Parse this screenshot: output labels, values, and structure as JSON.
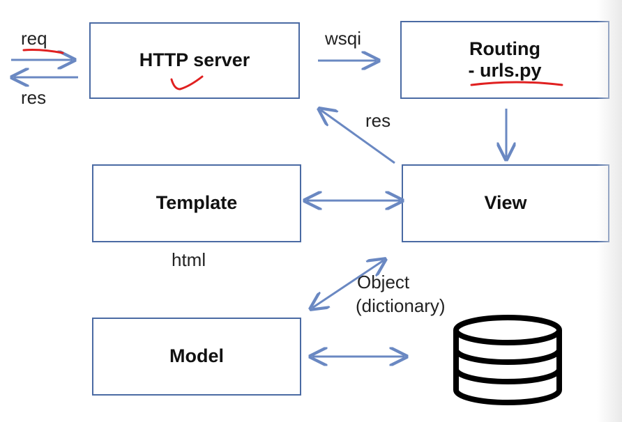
{
  "boxes": {
    "http_server": "HTTP server",
    "routing_line1": "Routing",
    "routing_line2_prefix": "- ",
    "routing_line2_file": "urls.py",
    "template": "Template",
    "view": "View",
    "model": "Model"
  },
  "labels": {
    "req": "req",
    "res_left": "res",
    "wsqi": "wsqi",
    "res_view": "res",
    "html": "html",
    "object": "Object",
    "dictionary": "(dictionary)"
  },
  "colors": {
    "arrow": "#6a88c2",
    "box_border": "#4a6aa3",
    "annotation": "#e02020"
  },
  "icons": {
    "database": "database-icon"
  }
}
